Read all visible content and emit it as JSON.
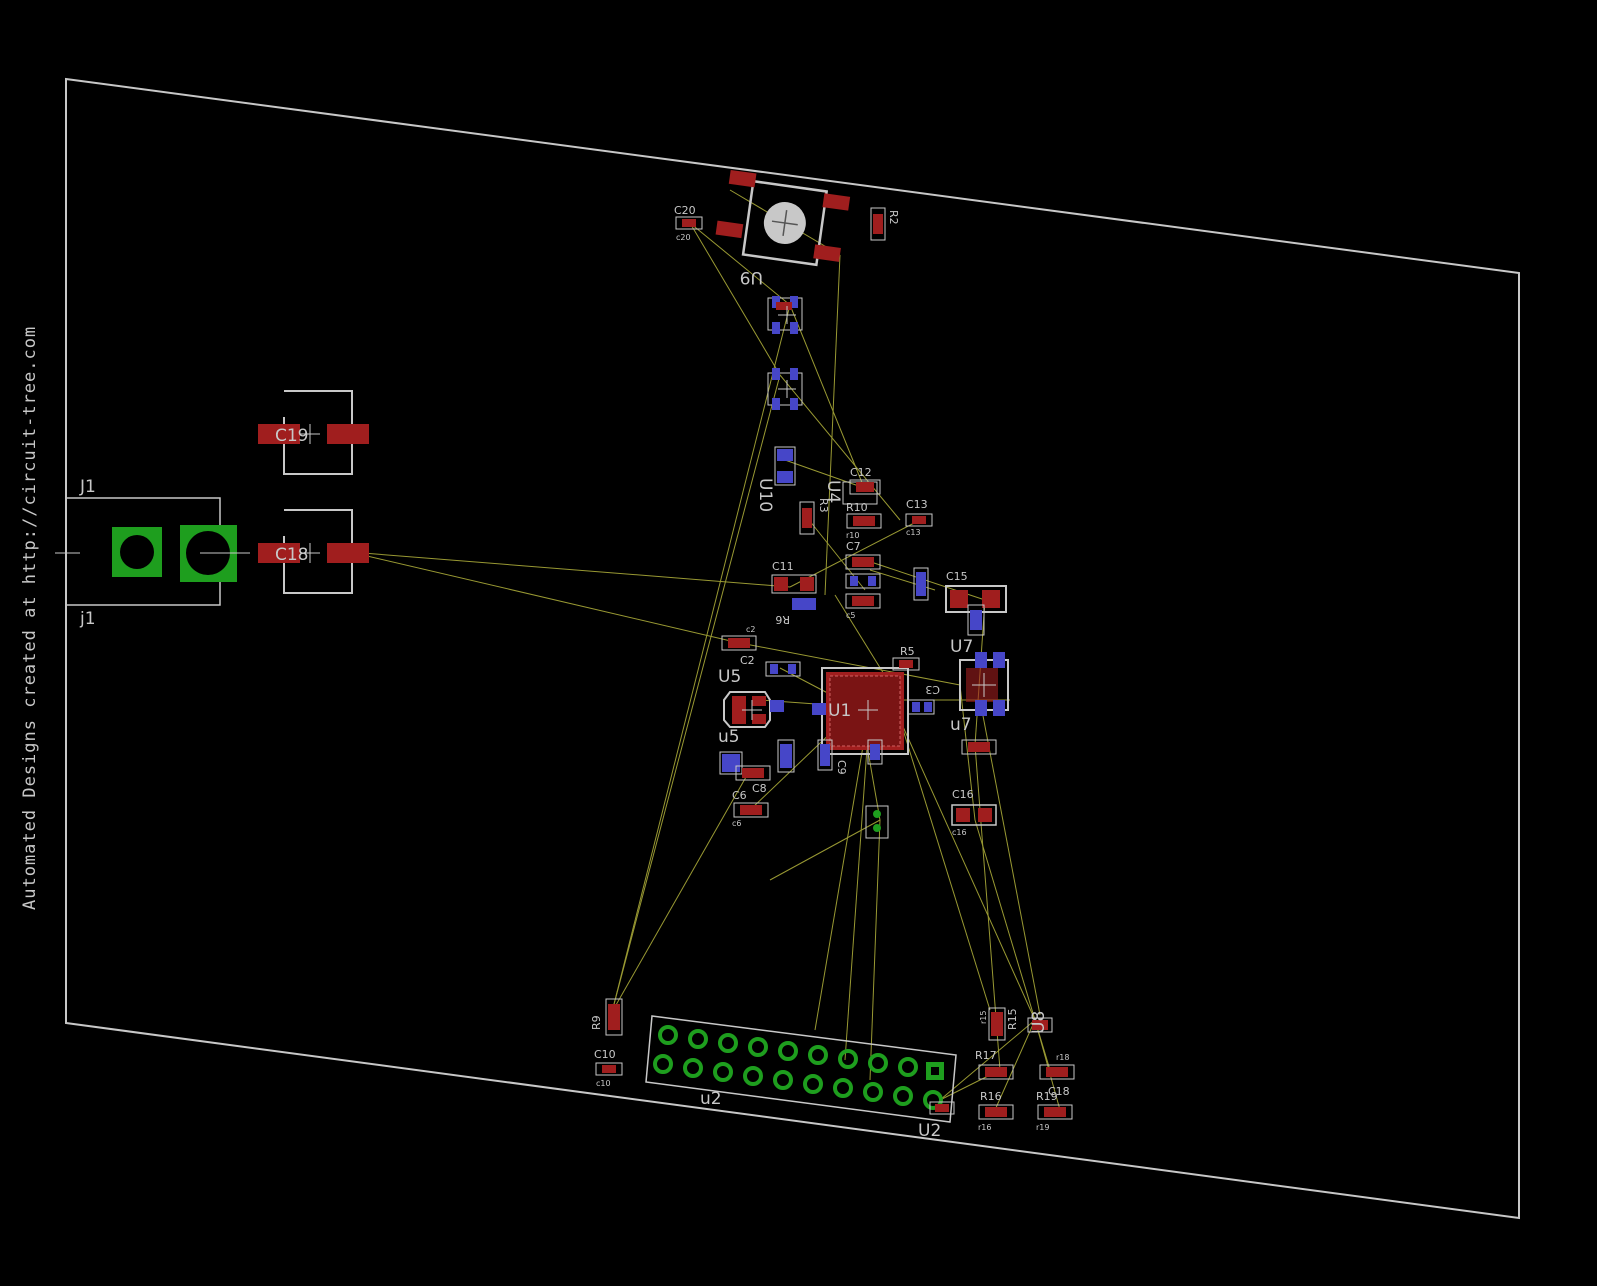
{
  "watermark": "Automated Designs created at http://circuit-tree.com",
  "colors": {
    "background": "#000000",
    "outline": "#c8c8c8",
    "top_pad": "#a01e1e",
    "bottom_pad": "#4646c8",
    "through_hole": "#1e9e1e",
    "ratsnest": "#b4b43c"
  },
  "labels": {
    "J1": "J1",
    "j1": "j1",
    "C19": "C19",
    "C18": "C18",
    "C20": "C20",
    "c20": "c20",
    "R2": "R2",
    "U9": "U9",
    "U10": "U10",
    "U4": "U4",
    "R3": "R3",
    "C12": "C12",
    "R10": "R10",
    "r10": "r10",
    "C13": "C13",
    "c13": "c13",
    "C7": "C7",
    "C11": "C11",
    "C15": "C15",
    "C5": "c5",
    "R6": "R6",
    "C2_small": "c2",
    "U7": "U7",
    "u7": "u7",
    "R5": "R5",
    "C3": "C3",
    "U5": "U5",
    "u5": "u5",
    "C2": "C2",
    "U1": "U1",
    "C8": "C8",
    "C6": "C6",
    "c6": "c6",
    "C9": "C9",
    "C16": "C16",
    "c16": "c16",
    "R9": "R9",
    "C10": "C10",
    "c10": "c10",
    "u2": "u2",
    "U2": "U2",
    "R15": "R15",
    "r15": "r15",
    "U8": "U8",
    "R17": "R17",
    "R18": "r18",
    "R16": "R16",
    "r16": "r16",
    "R19": "R19",
    "r19": "r19",
    "C18_right": "C18"
  }
}
